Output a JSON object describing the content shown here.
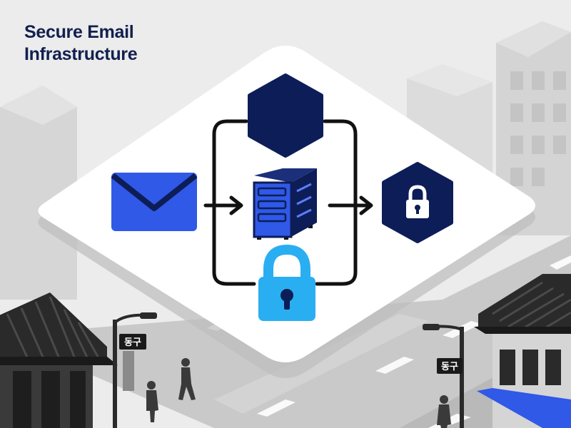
{
  "title": {
    "line1": "Secure Email",
    "line2": "Infrastructure"
  },
  "signs": {
    "left": "동구",
    "right": "동구"
  },
  "icons": {
    "email": "envelope-icon",
    "relay": "hexagon-node-icon",
    "server": "server-rack-icon",
    "secure_node": "hexagon-lock-icon",
    "lock": "padlock-icon"
  },
  "colors": {
    "navy": "#0d1d57",
    "blue": "#2f59e6",
    "cyan": "#2aaef2",
    "platform": "#ffffff",
    "background": "#ececec"
  }
}
